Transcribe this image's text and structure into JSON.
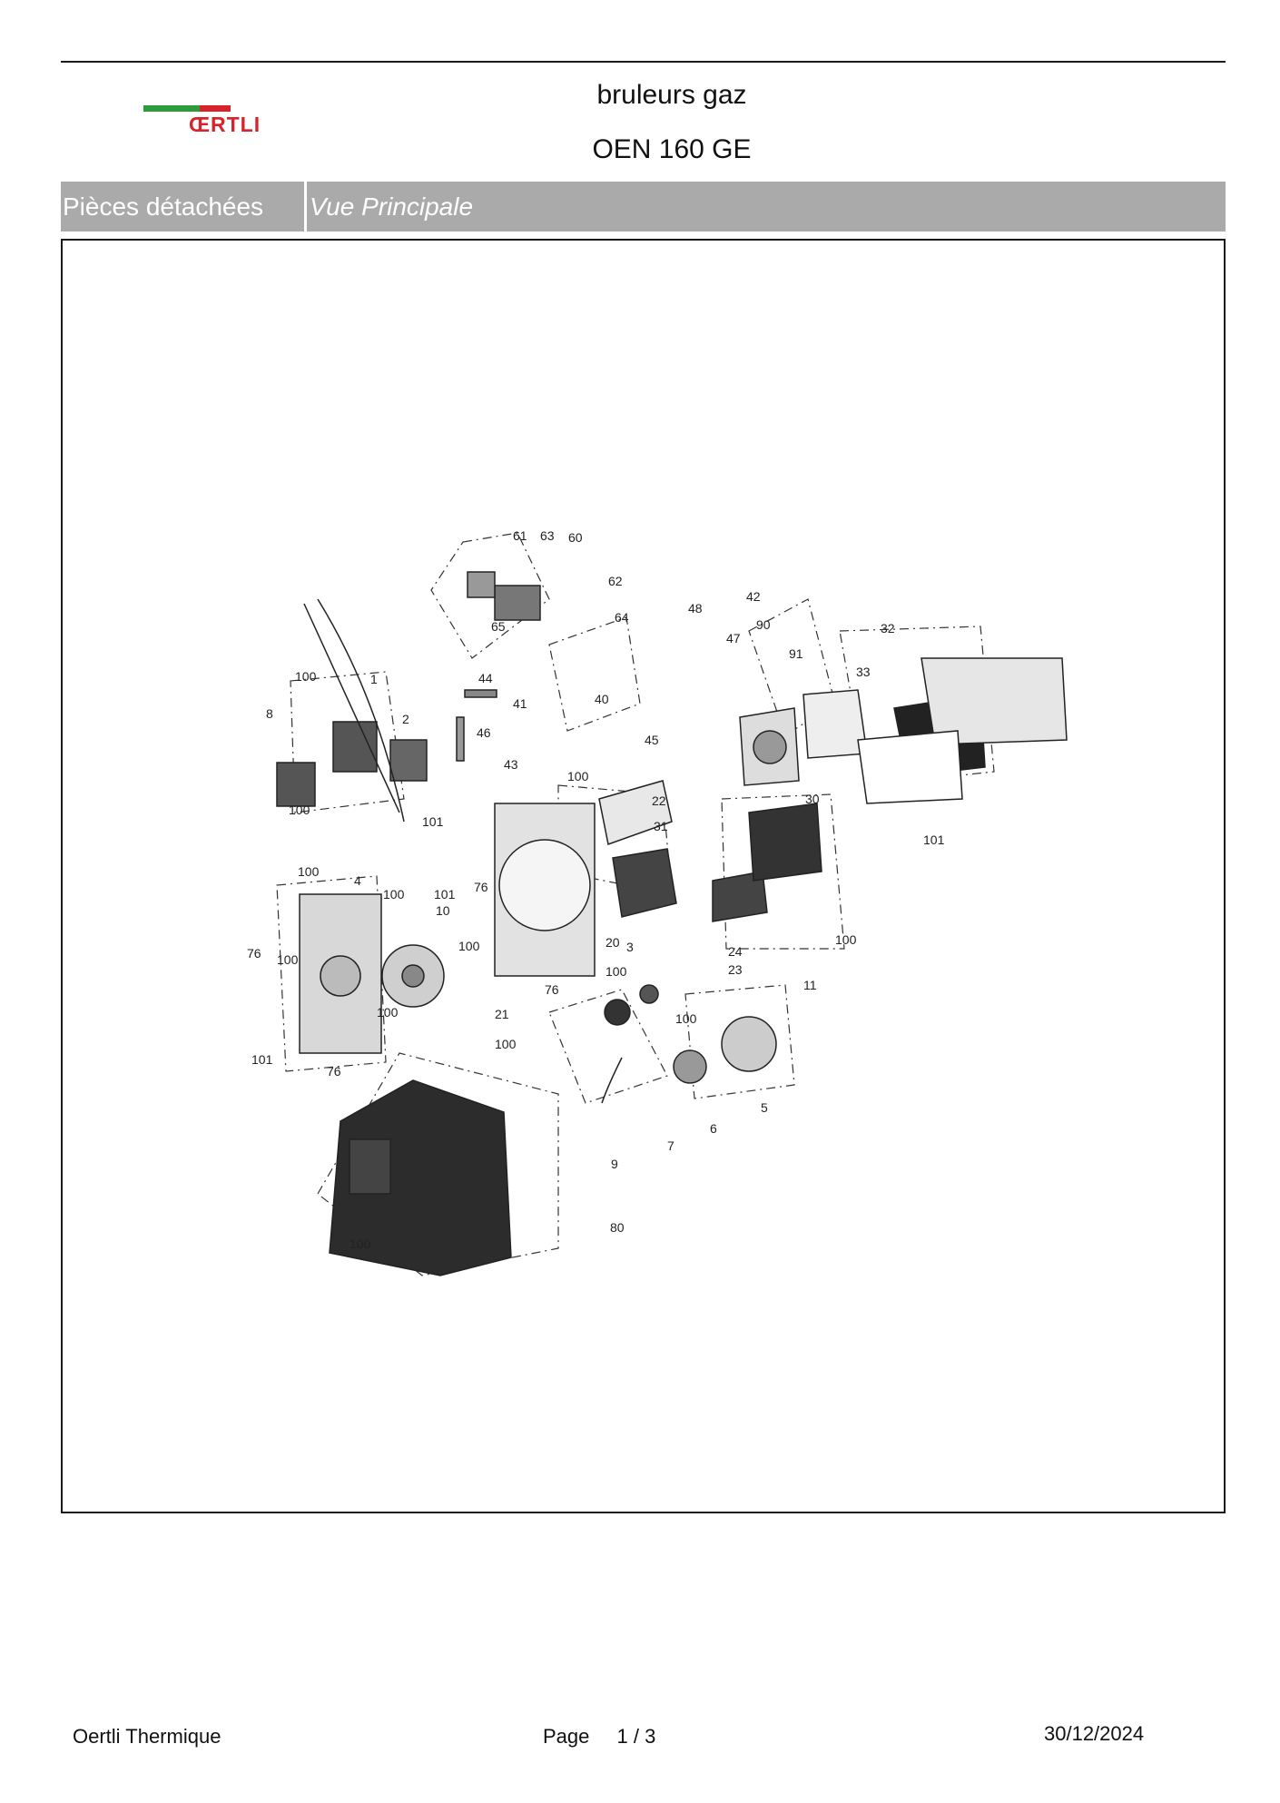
{
  "header": {
    "logo_text": "ŒRTLI",
    "title_line1": "bruleurs gaz",
    "title_line2": "OEN 160 GE"
  },
  "section": {
    "left_label": "Pièces détachées",
    "right_label": "Vue Principale"
  },
  "diagram": {
    "part_numbers": [
      "1",
      "2",
      "3",
      "4",
      "5",
      "6",
      "7",
      "8",
      "9",
      "10",
      "11",
      "20",
      "21",
      "22",
      "23",
      "24",
      "30",
      "31",
      "32",
      "33",
      "40",
      "41",
      "42",
      "43",
      "44",
      "45",
      "46",
      "47",
      "48",
      "60",
      "61",
      "62",
      "63",
      "64",
      "65",
      "76",
      "80",
      "90",
      "91",
      "100",
      "101"
    ]
  },
  "colors": {
    "brand_green": "#2e9b3a",
    "brand_red": "#d8232a",
    "section_bar": "#aaaaaa"
  },
  "footer": {
    "company": "Oertli Thermique",
    "page_label": "Page",
    "page_value": "1  /  3",
    "date": "30/12/2024"
  }
}
